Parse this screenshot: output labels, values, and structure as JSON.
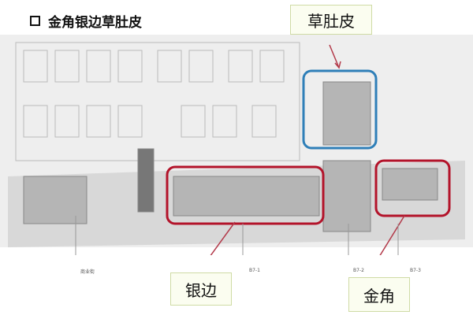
{
  "title": "金角银边草肚皮",
  "callouts": {
    "belly": "草肚皮",
    "edge": "银边",
    "corner": "金角"
  },
  "plot_labels": [
    "商业街",
    "B7-1",
    "B7-2",
    "B7-3"
  ],
  "colors": {
    "blue": "#2f7fb8",
    "red": "#b3132a",
    "arrow": "#b33a4a"
  }
}
